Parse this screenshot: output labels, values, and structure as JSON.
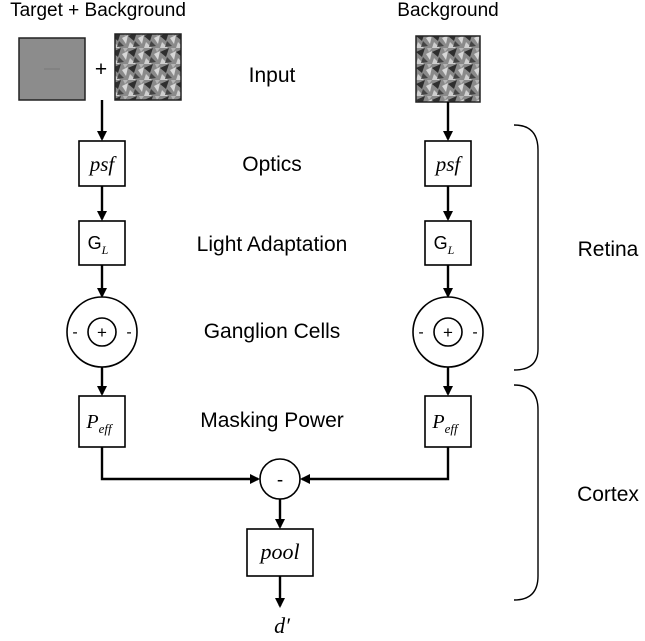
{
  "headings": {
    "left": "Target + Background",
    "right": "Background"
  },
  "stages": {
    "input": "Input",
    "optics": "Optics",
    "light_adaptation": "Light Adaptation",
    "ganglion": "Ganglion Cells",
    "masking": "Masking Power"
  },
  "plus_sign": "+",
  "boxes": {
    "psf": "psf",
    "gain": "G",
    "gain_sub": "L",
    "peff": "P",
    "peff_sub": "eff",
    "pool": "pool"
  },
  "ganglion_symbols": {
    "surround": "-",
    "center": "+"
  },
  "difference_symbol": "-",
  "output": "d′",
  "brackets": {
    "retina": "Retina",
    "cortex": "Cortex"
  }
}
